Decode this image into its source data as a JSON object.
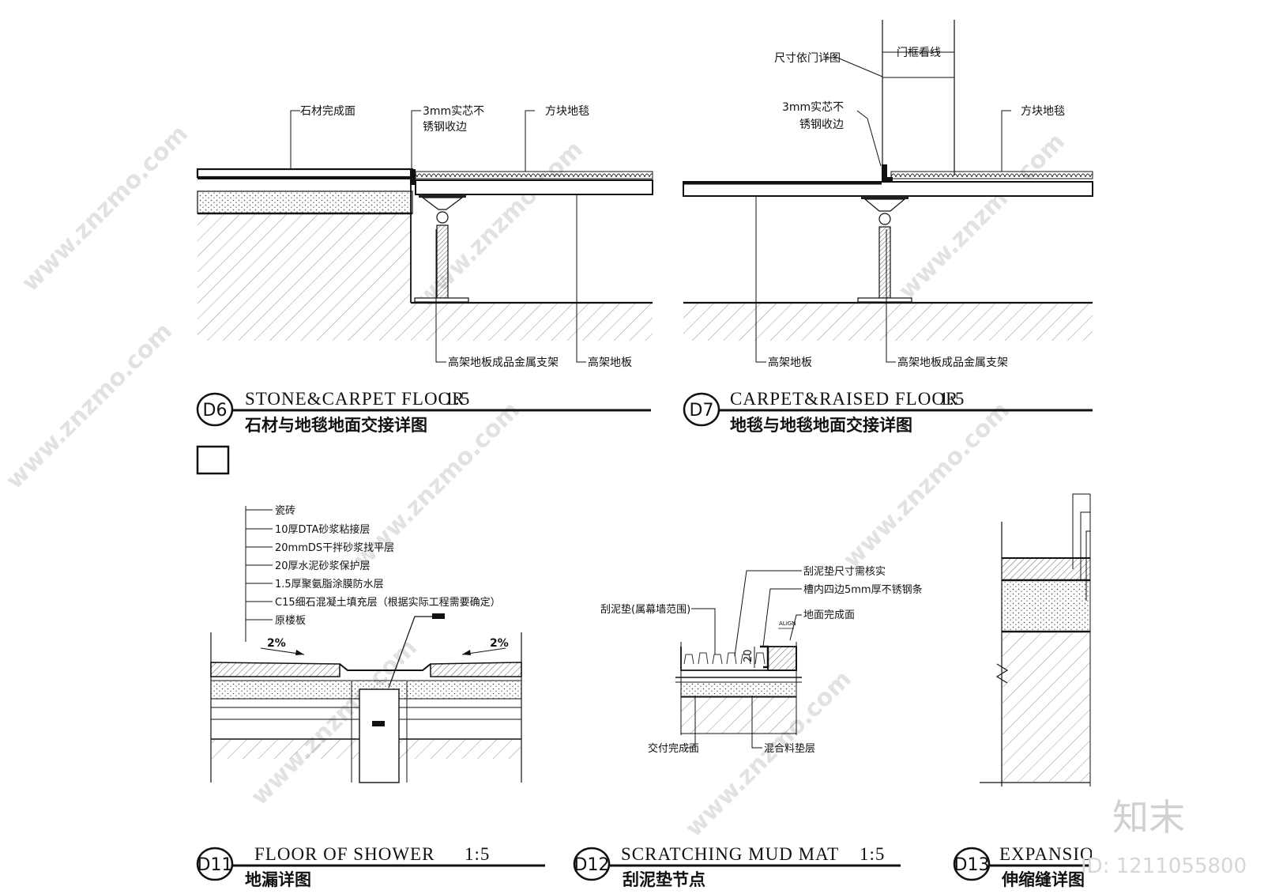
{
  "details": {
    "d6": {
      "code": "D6",
      "title_en": "STONE&CARPET FLOOR",
      "scale": "1:5",
      "title_cn": "石材与地毯地面交接详图",
      "labels": {
        "stone_finish": "石材完成面",
        "steel_edge_1": "3mm实芯不",
        "steel_edge_2": "锈钢收边",
        "carpet_tile": "方块地毯",
        "raised_support": "高架地板成品金属支架",
        "raised_floor": "高架地板"
      }
    },
    "d7": {
      "code": "D7",
      "title_en": "CARPET&RAISED FLOOR",
      "scale": "1:5",
      "title_cn": "地毯与地毯地面交接详图",
      "labels": {
        "door_dim": "尺寸依门详图",
        "door_frame": "门框看线",
        "steel_edge_1": "3mm实芯不",
        "steel_edge_2": "锈钢收边",
        "carpet_tile": "方块地毯",
        "raised_floor": "高架地板",
        "raised_support": "高架地板成品金属支架"
      }
    },
    "d11": {
      "code": "D11",
      "title_en": "FLOOR OF SHOWER",
      "scale": "1:5",
      "title_cn": "地漏详图",
      "layers": [
        "瓷砖",
        "10厚DTA砂浆粘接层",
        "20mmDS干拌砂浆找平层",
        "20厚水泥砂浆保护层",
        "1.5厚聚氨脂涂膜防水层",
        "C15细石混凝土填充层（根据实际工程需要确定）",
        "原楼板"
      ],
      "slope_left": "2%",
      "slope_right": "2%"
    },
    "d12": {
      "code": "D12",
      "title_en": "SCRATCHING MUD MAT",
      "scale": "1:5",
      "title_cn": "刮泥垫节点",
      "labels": {
        "mat_size": "刮泥垫尺寸需核实",
        "steel_strip": "槽内四边5mm厚不锈钢条",
        "finish_floor": "地面完成面",
        "mat_range": "刮泥垫(属幕墙范围)",
        "delivered_floor": "交付完成面",
        "mix_cushion": "混合料垫层",
        "dim_20": "20",
        "align": "ALIGN"
      }
    },
    "d13": {
      "code": "D13",
      "title_en": "EXPANSION",
      "title_cn": "伸缩缝详图"
    }
  },
  "watermark": {
    "site": "www.znzmo.com",
    "logo_text": "知末",
    "id_text": "ID: 1211055800"
  }
}
